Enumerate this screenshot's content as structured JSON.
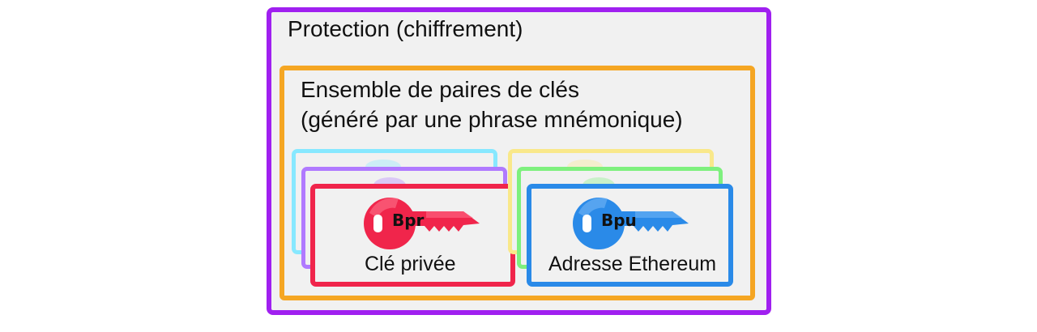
{
  "outer": {
    "title": "Protection (chiffrement)",
    "color": "#a020f0"
  },
  "middle": {
    "title_line1": "Ensemble de paires de clés",
    "title_line2": "(généré par une phrase mnémonique)",
    "color": "#f5a623"
  },
  "private_key": {
    "label": "Clé privée",
    "key_text": "Bpr",
    "color": "#f0254b"
  },
  "public_key": {
    "label": "Adresse Ethereum",
    "key_text": "Bpu",
    "color": "#2a8ae8"
  },
  "stacked_card_colors": [
    "#87e8ff",
    "#b07aff",
    "#f9e88a",
    "#7ef07e"
  ]
}
